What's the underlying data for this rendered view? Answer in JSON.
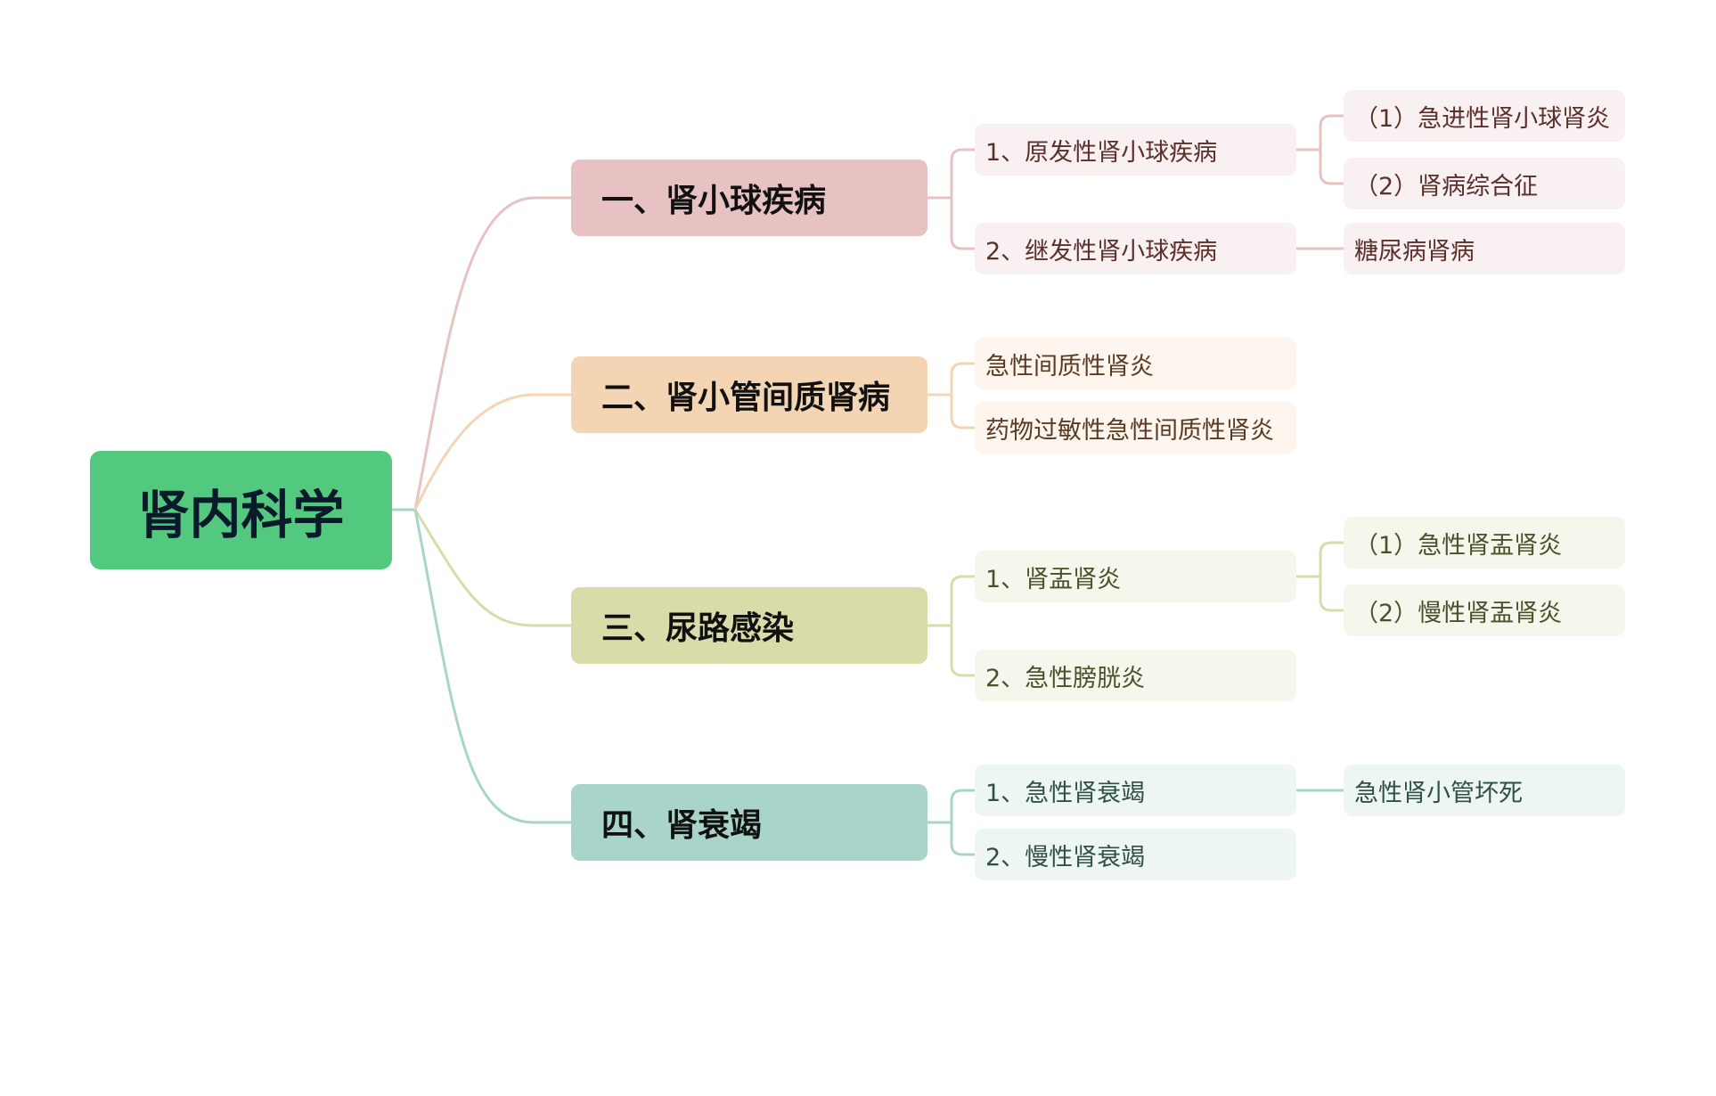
{
  "root": {
    "label": "肾内科学"
  },
  "colors": {
    "root": "#52c97f",
    "branch1": "#e8c2c2",
    "branch2": "#f3d5b3",
    "branch3": "#d9dba9",
    "branch4": "#a9d4c9"
  },
  "branches": [
    {
      "label": "一、肾小球疾病",
      "children": [
        {
          "label": "1、原发性肾小球疾病",
          "children": [
            "（1）急进性肾小球肾炎",
            "（2）肾病综合征"
          ]
        },
        {
          "label": "2、继发性肾小球疾病",
          "children": [
            "糖尿病肾病"
          ]
        }
      ]
    },
    {
      "label": "二、肾小管间质肾病",
      "children": [
        {
          "label": "急性间质性肾炎"
        },
        {
          "label": "药物过敏性急性间质性肾炎"
        }
      ]
    },
    {
      "label": "三、尿路感染",
      "children": [
        {
          "label": "1、肾盂肾炎",
          "children": [
            "（1）急性肾盂肾炎",
            "（2）慢性肾盂肾炎"
          ]
        },
        {
          "label": "2、急性膀胱炎"
        }
      ]
    },
    {
      "label": "四、肾衰竭",
      "children": [
        {
          "label": "1、急性肾衰竭",
          "children": [
            "急性肾小管坏死"
          ]
        },
        {
          "label": "2、慢性肾衰竭"
        }
      ]
    }
  ]
}
